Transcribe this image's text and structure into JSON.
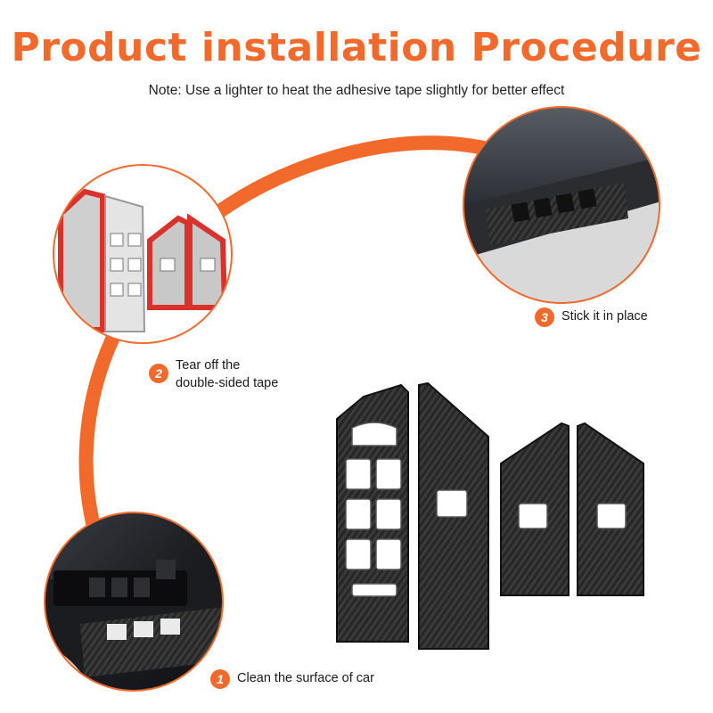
{
  "title": "Product installation Procedure",
  "note": "Note: Use a lighter to heat the adhesive tape slightly for better effect",
  "colors": {
    "accent": "#f26a2b",
    "carbon": "#2b2b2b",
    "tape": "#d9322c"
  },
  "steps": [
    {
      "number": "1",
      "label": "Clean the surface of car"
    },
    {
      "number": "2",
      "label": "Tear off the\ndouble-sided tape"
    },
    {
      "number": "3",
      "label": "Stick it in place"
    }
  ]
}
